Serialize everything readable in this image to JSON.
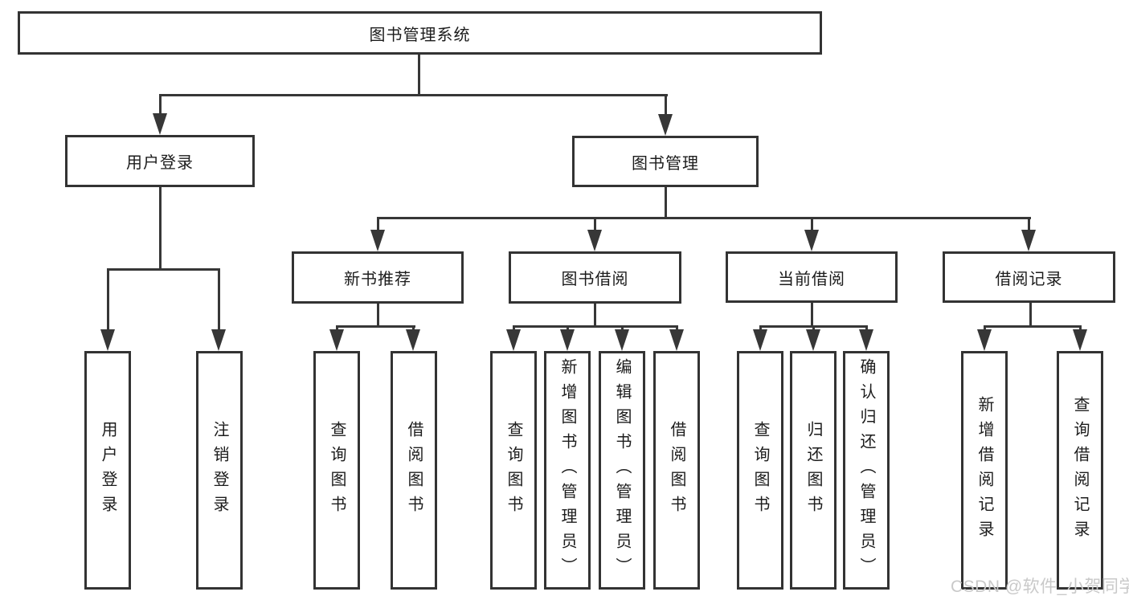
{
  "tree": {
    "root": {
      "label": "图书管理系统"
    },
    "branches": [
      {
        "label": "用户登录",
        "leaves": [
          {
            "label": "用户登录"
          },
          {
            "label": "注销登录"
          }
        ]
      },
      {
        "label": "图书管理",
        "groups": [
          {
            "label": "新书推荐",
            "leaves": [
              {
                "label": "查询图书"
              },
              {
                "label": "借阅图书"
              }
            ]
          },
          {
            "label": "图书借阅",
            "leaves": [
              {
                "label": "查询图书"
              },
              {
                "label": "新增图书（管理员）"
              },
              {
                "label": "编辑图书（管理员）"
              },
              {
                "label": "借阅图书"
              }
            ]
          },
          {
            "label": "当前借阅",
            "leaves": [
              {
                "label": "查询图书"
              },
              {
                "label": "归还图书"
              },
              {
                "label": "确认归还（管理员）"
              }
            ]
          },
          {
            "label": "借阅记录",
            "leaves": [
              {
                "label": "新增借阅记录"
              },
              {
                "label": "查询借阅记录"
              }
            ]
          }
        ]
      }
    ]
  },
  "watermark": {
    "text": "CSDN @软件_小贺同学"
  },
  "colors": {
    "line": "#373737",
    "box_border": "#333333",
    "text": "#1c1c1c",
    "watermark": "#c9c9c9",
    "background": "#ffffff"
  }
}
